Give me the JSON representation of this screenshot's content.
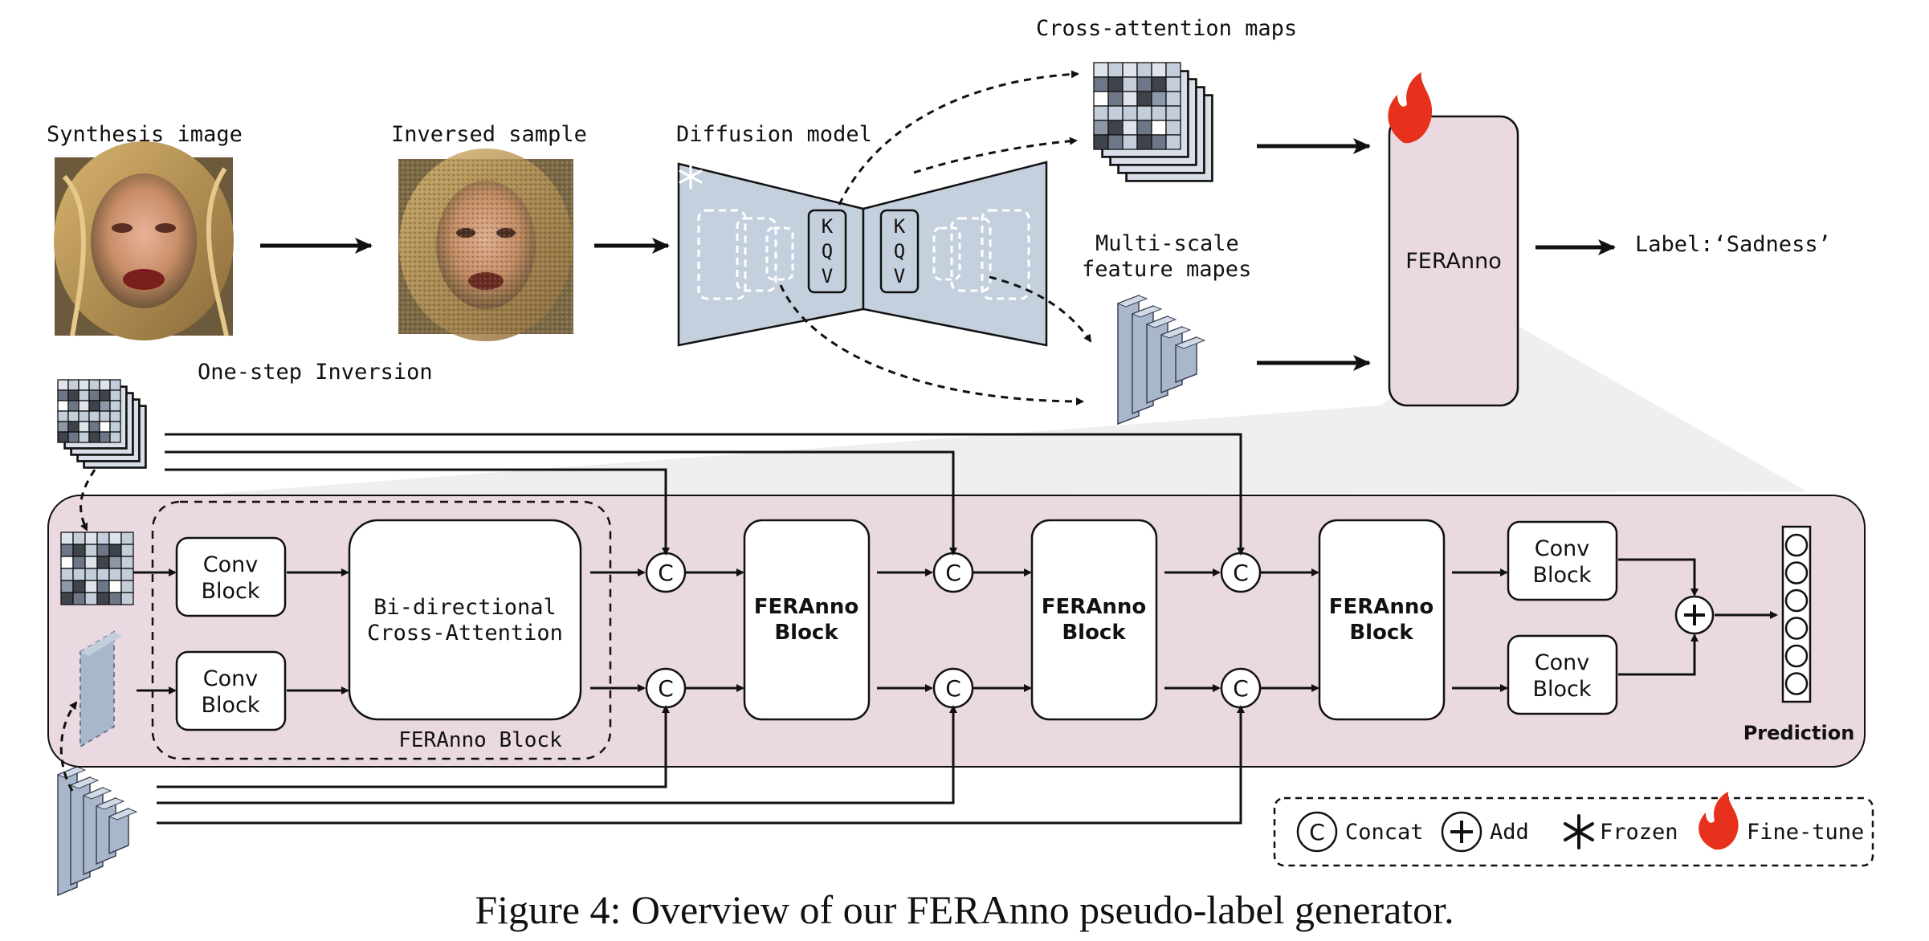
{
  "labels": {
    "synthesis_image": "Synthesis image",
    "inversed_sample": "Inversed sample",
    "diffusion_model": "Diffusion model",
    "cross_attention_maps": "Cross-attention maps",
    "multi_scale_1": "Multi-scale",
    "multi_scale_2": "feature mapes",
    "one_step_inversion": "One-step Inversion",
    "feranno_top": "FERAnno",
    "label_output": "Label:‘Sadness’",
    "kqv_letters": [
      "K",
      "Q",
      "V"
    ]
  },
  "blocks": {
    "conv_1": "Conv",
    "conv_2": "Block",
    "bi_1": "Bi-directional",
    "bi_2": "Cross-Attention",
    "feranno_1": "FERAnno",
    "feranno_2": "Block",
    "feranno_block_group": "FERAnno Block",
    "prediction": "Prediction",
    "concat_symbol": "C",
    "add_symbol": "+"
  },
  "legend": {
    "concat": "Concat",
    "add": "Add",
    "frozen": "Frozen",
    "finetune": "Fine-tune"
  },
  "caption": "Figure 4: Overview of our FERAnno pseudo-label generator.",
  "colors": {
    "pink_panel": "#ead9e1",
    "diffusion_fill": "#c5d0de",
    "feature_blue": "#a9b7cc",
    "flame": "#e8311c"
  }
}
